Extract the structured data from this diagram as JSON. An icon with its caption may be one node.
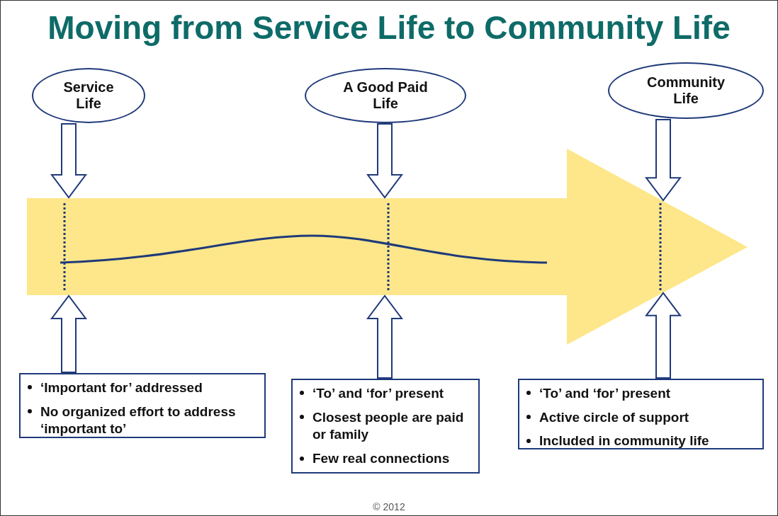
{
  "diagram": {
    "title": "Moving from Service Life to Community Life",
    "nodes": [
      {
        "text": [
          "Service Life"
        ]
      },
      {
        "text": [
          "A Good Paid Life"
        ]
      },
      {
        "text": [
          "Community Life"
        ]
      },
      {
        "text": [],
        "shape": "arrow"
      },
      {
        "text": [
          "‘Important for’ addressed",
          "No organized effort to address ‘important to’"
        ]
      },
      {
        "text": [
          "‘To’ and ‘for’ present",
          "Closest people are paid or family",
          "Few real connections"
        ]
      },
      {
        "text": [
          "‘To’ and ‘for’ present",
          "Active circle of support",
          "Included in community life"
        ]
      }
    ],
    "edges": [
      {
        "from": 0,
        "to": 3,
        "arrow": "to"
      },
      {
        "from": 1,
        "to": 3,
        "arrow": "to"
      },
      {
        "from": 2,
        "to": 3,
        "arrow": "to"
      },
      {
        "from": 4,
        "to": 3,
        "arrow": "to"
      },
      {
        "from": 5,
        "to": 3,
        "arrow": "to"
      },
      {
        "from": 6,
        "to": 3,
        "arrow": "to"
      }
    ],
    "labels": [
      "© 2012"
    ]
  }
}
